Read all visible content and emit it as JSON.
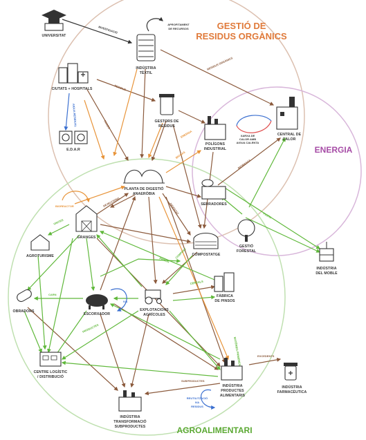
{
  "regions": {
    "residus": {
      "title_line1": "GESTIÓ DE",
      "title_line2": "RESIDUS ORGÀNICS",
      "color": "#e07a3a",
      "ring": "#d8b8a8"
    },
    "energia": {
      "title": "ENERGIA",
      "color": "#a64ca6",
      "ring": "#d8b6da"
    },
    "agro": {
      "title": "AGROALIMENTARI",
      "color": "#5aa832",
      "ring": "#b5dba4"
    }
  },
  "nodes": {
    "universitat": [
      "UNIVERSITAT"
    ],
    "textil": [
      "INDÚSTRIA",
      "TÈXTIL"
    ],
    "ciutats": [
      "CIUTATS + HOSPITALS"
    ],
    "gestors": [
      "GESTORS DE",
      "RESIDUS"
    ],
    "poligons": [
      "POLÍGONS",
      "INDUSTRIAL"
    ],
    "calor": [
      "CENTRAL DE",
      "CALOR"
    ],
    "edar": [
      "E.D.A.R"
    ],
    "planta": [
      "PLANTA DE DIGESTIÓ",
      "ANAERÒBIA"
    ],
    "serradores": [
      "SERRADORES"
    ],
    "gestio_forestal": [
      "GESTIÓ",
      "FORESTAL"
    ],
    "granges": [
      "GRANGES"
    ],
    "agroturisme": [
      "AGROTURISME"
    ],
    "compostatge": [
      "COMPOSTATGE"
    ],
    "moble": [
      "INDÚSTRIA",
      "DEL MOBLE"
    ],
    "fabrica_pinsos": [
      "FÀBRICA",
      "DE PINSOS"
    ],
    "obradors": [
      "OBRADORS"
    ],
    "escorxador": [
      "ESCORXADOR"
    ],
    "explotacions": [
      "EXPLOTACIONS",
      "AGRÍCOLES"
    ],
    "centre_logistic": [
      "CENTRE LOGÍSTIC",
      "/ DISTRIBUCIÓ"
    ],
    "productes_alimentaris": [
      "INDÚSTRIA",
      "PRODUCTES",
      "ALIMENTARIS"
    ],
    "farmaceutica": [
      "INDÚSTRIA",
      "FARMACÈUTICA"
    ],
    "transformacio": [
      "INDÚSTRIA",
      "TRANSFORMACIÓ",
      "SUBPRODUCTES"
    ]
  },
  "edge_labels": {
    "investigacio": "INVESTIGACIÓ",
    "aprofitament": [
      "APROFITAMENT",
      "DE RECURSOS"
    ],
    "residus_organics": "RESIDUS ORGÀNICS",
    "bioreactor": "BIOREACTOR",
    "xarxa_calor": [
      "XARXA DE",
      "CALOR AMB",
      "AIGUA CALENTA"
    ],
    "aigua_residual": "AIGUA RESIDUAL",
    "energia": "ENERGIA",
    "mnes": "MINERALS",
    "residus": "RESIDUS",
    "fangs": "FANGS",
    "biomassa": "BIOMASSA",
    "fusta": "FUSTA",
    "digestat": "DIGESTAT",
    "biogas": "BIOGAS",
    "dejeccions": "DEJECCIONS",
    "carn": "CARN",
    "visites": "VISITES",
    "productes": "PRODUCTES",
    "cereals": "CEREALS",
    "subproductes": "SUBPRODUCTES",
    "excedents": "EXCEDENTS",
    "compost": "COMPOST",
    "pinsos": "PINSOS",
    "iva": "IVA",
    "reutilitzacio": [
      "REUTILITZACIÓ",
      "IVA",
      "RESIDUS"
    ],
    "materies_primes": "MATÈRIES PRIMERES"
  },
  "colors": {
    "orange": "#e8943a",
    "brown": "#8b5a3c",
    "green": "#5fb83a",
    "blue": "#3a6fd0",
    "dark": "#333333"
  }
}
